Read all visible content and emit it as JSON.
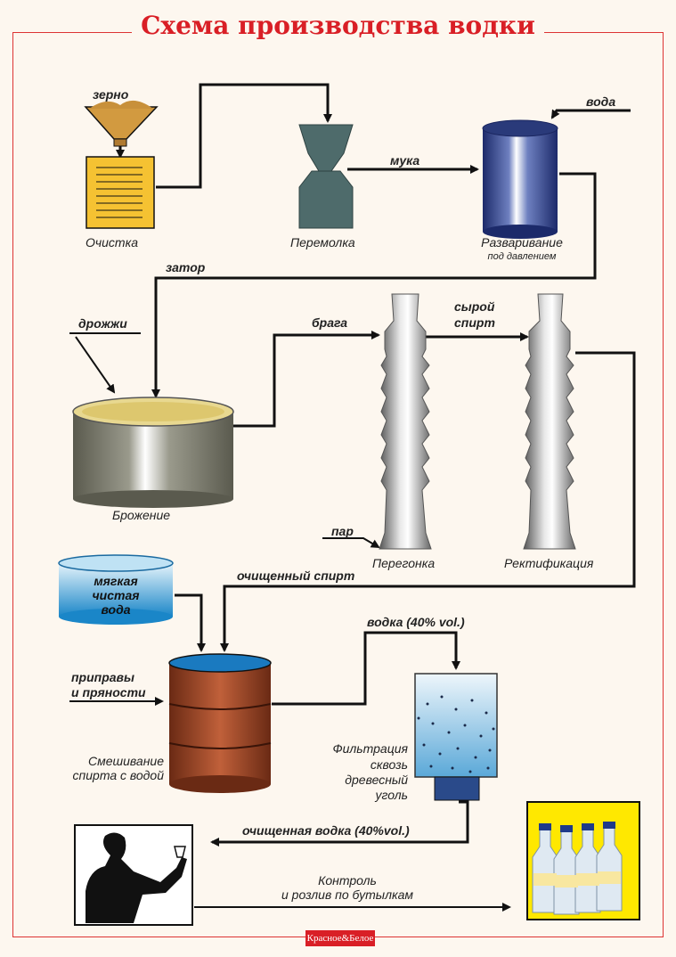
{
  "title": "Схема производства водки",
  "labels": {
    "zerno": "зерно",
    "ochistka": "Очистка",
    "peremolka": "Перемолка",
    "muka": "мука",
    "voda": "вода",
    "razvarivanie": "Разваривание",
    "pod_davleniem": "под давлением",
    "zator": "затор",
    "drozhzhi": "дрожжи",
    "brozhenie": "Брожение",
    "braga": "брага",
    "syroy_spirt_1": "сырой",
    "syroy_spirt_2": "спирт",
    "par": "пар",
    "peregonka": "Перегонка",
    "rektifikatsiya": "Ректификация",
    "myagkaya_voda_1": "мягкая",
    "myagkaya_voda_2": "чистая",
    "myagkaya_voda_3": "вода",
    "ochishchenny_spirt": "очищенный спирт",
    "pripravy_1": "приправы",
    "pripravy_2": "и пряности",
    "vodka_40": "водка (40% vol.)",
    "smeshivanie_1": "Смешивание",
    "smeshivanie_2": "спирта с водой",
    "filtratsiya_1": "Фильтрация",
    "filtratsiya_2": "сквозь",
    "filtratsiya_3": "древесный",
    "filtratsiya_4": "уголь",
    "ochishchennaya_vodka": "очищенная водка (40%vol.)",
    "kontrol_1": "Контроль",
    "kontrol_2": "и розлив по бутылкам"
  },
  "logo": "Красное&Белое",
  "colors": {
    "title": "#d91f26",
    "frame": "#dd3333",
    "line": "#111111",
    "grain": "#c8903a",
    "cleaner": "#f5c232",
    "mill": "#4e6b6b",
    "boiler": "#3a4a8a",
    "fermenter": "#7a7a6a",
    "column": "#888888",
    "water": "#1a86c8",
    "barrel": "#a0442a",
    "filter": "#2a4a8a"
  }
}
